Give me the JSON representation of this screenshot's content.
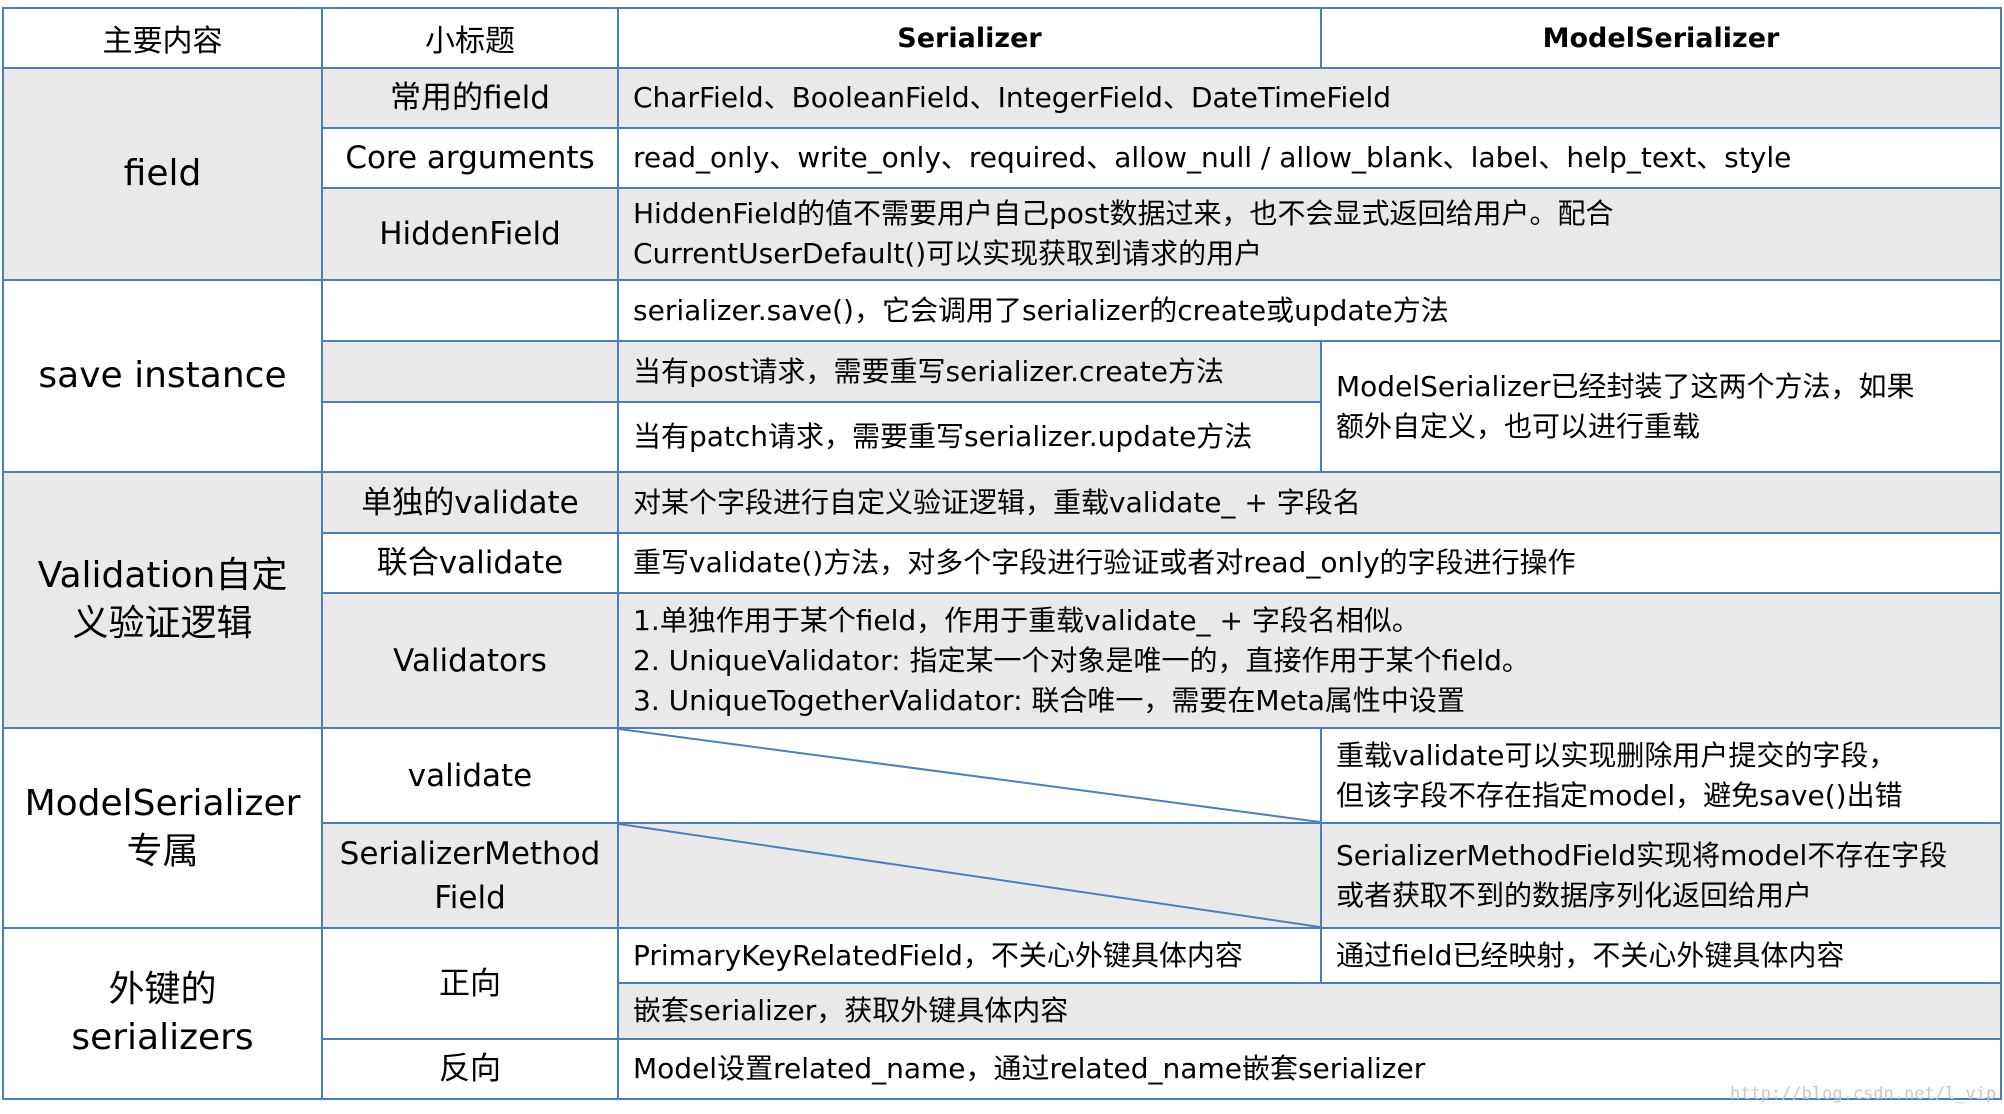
{
  "header": {
    "main_content": "主要内容",
    "subtitle": "小标题",
    "serializer": "Serializer",
    "model_serializer": "ModelSerializer"
  },
  "field": {
    "category": "field",
    "rows": [
      {
        "sub": "常用的field",
        "desc": "CharField、BooleanField、IntegerField、DateTimeField"
      },
      {
        "sub": "Core arguments",
        "desc": "read_only、write_only、required、allow_null / allow_blank、label、help_text、style"
      },
      {
        "sub": "HiddenField",
        "desc_line1": "HiddenField的值不需要用户自己post数据过来，也不会显式返回给用户。配合",
        "desc_line2": "CurrentUserDefault()可以实现获取到请求的用户"
      }
    ]
  },
  "save_instance": {
    "category": "save instance",
    "rows": [
      {
        "sub": "",
        "desc": "serializer.save()，它会调用了serializer的create或update方法"
      },
      {
        "sub": "",
        "desc": "当有post请求，需要重写serializer.create方法"
      },
      {
        "sub": "",
        "desc": "当有patch请求，需要重写serializer.update方法"
      }
    ],
    "model_note_line1": "ModelSerializer已经封装了这两个方法，如果",
    "model_note_line2": "额外自定义，也可以进行重载"
  },
  "validation": {
    "category_line1": "Validation自定",
    "category_line2": "义验证逻辑",
    "rows": [
      {
        "sub": "单独的validate",
        "desc": "对某个字段进行自定义验证逻辑，重载validate_ + 字段名"
      },
      {
        "sub": "联合validate",
        "desc": "重写validate()方法，对多个字段进行验证或者对read_only的字段进行操作"
      },
      {
        "sub": "Validators",
        "desc_line1": "1.单独作用于某个field，作用于重载validate_ + 字段名相似。",
        "desc_line2": "2. UniqueValidator: 指定某一个对象是唯一的，直接作用于某个field。",
        "desc_line3": "3. UniqueTogetherValidator: 联合唯一，需要在Meta属性中设置"
      }
    ]
  },
  "model_serializer_only": {
    "category_line1": "ModelSerializer",
    "category_line2": "专属",
    "rows": [
      {
        "sub": "validate",
        "note_line1": "重载validate可以实现删除用户提交的字段，",
        "note_line2": "但该字段不存在指定model，避免save()出错"
      },
      {
        "sub_line1": "SerializerMethod",
        "sub_line2": "Field",
        "note_line1": "SerializerMethodField实现将model不存在字段",
        "note_line2": "或者获取不到的数据序列化返回给用户"
      }
    ]
  },
  "foreign_key": {
    "category_line1": "外键的",
    "category_line2": "serializers",
    "forward": {
      "sub": "正向",
      "desc1": "PrimaryKeyRelatedField，不关心外键具体内容",
      "model_note": "通过field已经映射，不关心外键具体内容",
      "desc2": "嵌套serializer，获取外键具体内容"
    },
    "reverse": {
      "sub": "反向",
      "desc": "Model设置related_name，通过related_name嵌套serializer"
    }
  },
  "watermark": "http://blog.csdn.net/l_vip"
}
